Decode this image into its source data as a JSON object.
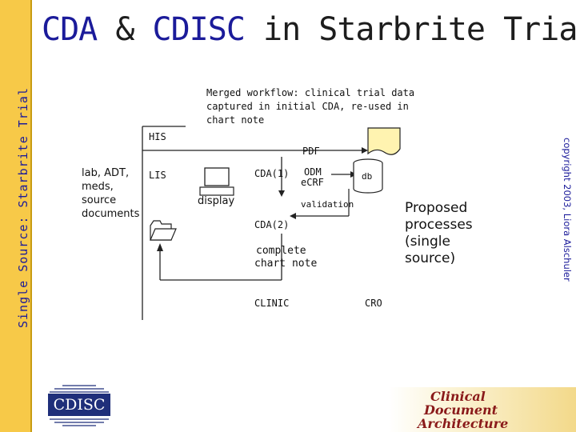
{
  "slide": {
    "title_part1": "CDA",
    "title_amp": " & ",
    "title_part2": "CDISC",
    "title_rest": " in Starbrite Trial",
    "side_title": "Single Source: Starbrite Trial",
    "copyright": "copyright 2003, Liora Alschuler"
  },
  "diagram": {
    "caption": [
      "Merged workflow: clinical trial data",
      "captured in initial CDA, re-used in",
      "chart note"
    ],
    "his": "HIS",
    "lis": "LIS",
    "sources": [
      "lab, ADT,",
      "meds,",
      "source",
      "documents"
    ],
    "display": "display",
    "cda1": "CDA(1)",
    "cda2": "CDA(2)",
    "pdf": "PDF",
    "odm": "ODM",
    "ecrf": "eCRF",
    "db": "db",
    "validation": "validation",
    "complete": "complete",
    "chart_note": "chart note",
    "clinic": "CLINIC",
    "cro": "CRO",
    "proposed": [
      "Proposed",
      "processes",
      "(single",
      "source)"
    ]
  },
  "logos": {
    "cdisc": "CDISC",
    "cda_lines": [
      "Clinical",
      "Document",
      "Architecture"
    ]
  },
  "colors": {
    "sidebar": "#f7c948",
    "title_accent": "#1b1b9a",
    "pdf_fill": "#fff3b0"
  }
}
